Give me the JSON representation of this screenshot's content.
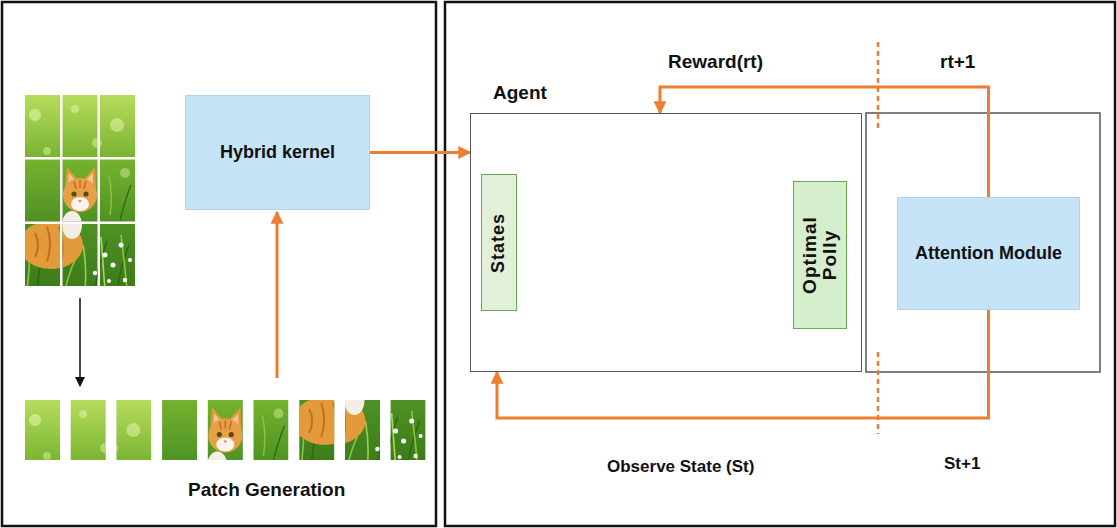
{
  "diagram": {
    "nodes": [
      {
        "text": [
          "Hybrid kernel"
        ]
      },
      {
        "text": [
          "Agent"
        ]
      },
      {
        "text": [
          "States"
        ],
        "in": 1
      },
      {
        "text": [
          "Optimal Polly"
        ],
        "in": 1
      },
      {
        "text": [
          "Attention Module"
        ]
      }
    ],
    "edges": [
      {
        "from": 0,
        "to": 1,
        "arrow": "to"
      },
      {
        "from": 4,
        "to": 1,
        "label": "Reward(rt)",
        "arrow": "to"
      },
      {
        "from": 4,
        "to": 1,
        "label": "Observe State (St)",
        "arrow": "to"
      }
    ],
    "labels": [
      "Patch Generation",
      "rt+1",
      "St+1"
    ]
  }
}
